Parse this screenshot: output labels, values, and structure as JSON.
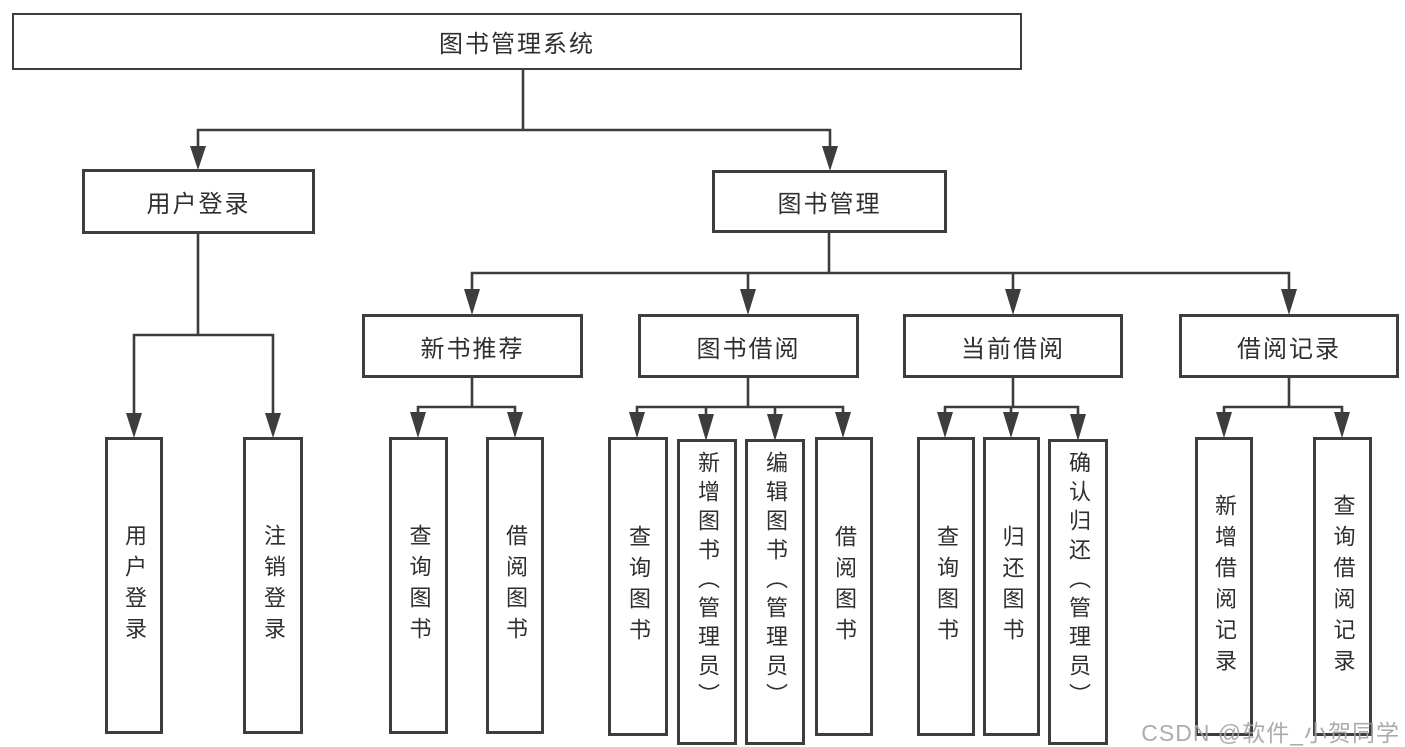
{
  "colors": {
    "line": "#3d3d3d",
    "text": "#2f2f2f",
    "watermark": "#a3a3a3",
    "background": "#ffffff"
  },
  "root": {
    "label": "图书管理系统"
  },
  "tree": {
    "user_login": {
      "label": "用户登录",
      "children": [
        {
          "label": "用户登录"
        },
        {
          "label": "注销登录"
        }
      ]
    },
    "book_management": {
      "label": "图书管理",
      "children": [
        {
          "label": "新书推荐",
          "children": [
            {
              "label": "查询图书"
            },
            {
              "label": "借阅图书"
            }
          ]
        },
        {
          "label": "图书借阅",
          "children": [
            {
              "label": "查询图书"
            },
            {
              "label": "新增图书（管理员）"
            },
            {
              "label": "编辑图书（管理员）"
            },
            {
              "label": "借阅图书"
            }
          ]
        },
        {
          "label": "当前借阅",
          "children": [
            {
              "label": "查询图书"
            },
            {
              "label": "归还图书"
            },
            {
              "label": "确认归还（管理员）"
            }
          ]
        },
        {
          "label": "借阅记录",
          "children": [
            {
              "label": "新增借阅记录"
            },
            {
              "label": "查询借阅记录"
            }
          ]
        }
      ]
    }
  },
  "watermark": "CSDN @软件_小贺同学"
}
